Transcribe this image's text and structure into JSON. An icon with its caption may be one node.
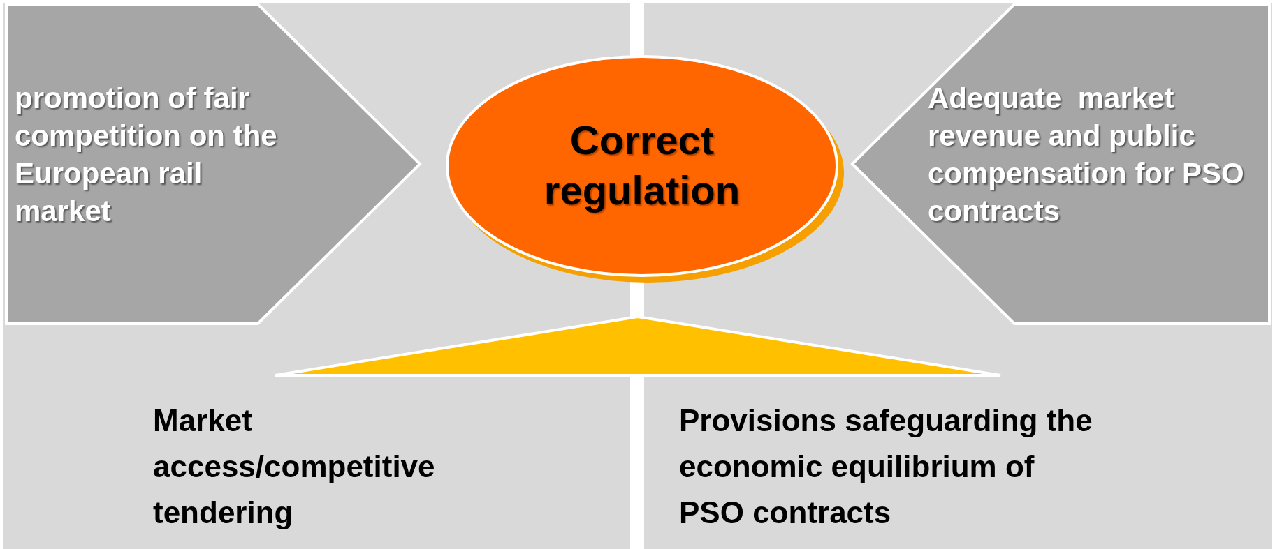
{
  "diagram": {
    "nodes": [
      {
        "text": [
          "promotion of fair competition on the European rail market"
        ]
      },
      {
        "text": [
          "Correct regulation"
        ]
      },
      {
        "text": [
          "Adequate  market revenue and public compensation for PSO contracts"
        ]
      },
      {
        "text": [],
        "shape": "triangle"
      }
    ],
    "labels": [
      "Market access/competitive tendering",
      "Provisions safeguarding the economic equilibrium of PSO contracts"
    ]
  }
}
